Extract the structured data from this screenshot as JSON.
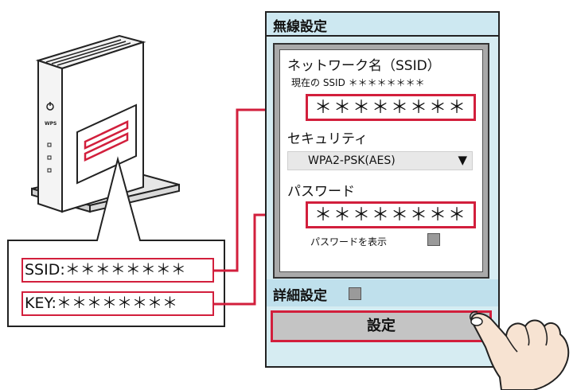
{
  "callout": {
    "ssid": "SSID:＊＊＊＊＊＊＊＊",
    "key": "KEY:＊＊＊＊＊＊＊＊"
  },
  "router": {
    "wps_label": "WPS"
  },
  "settings": {
    "title": "無線設定",
    "network_label": "ネットワーク名（SSID）",
    "current_ssid_label": "現在の SSID ＊＊＊＊＊＊＊＊",
    "ssid_value": "＊＊＊＊＊＊＊＊",
    "security_label": "セキュリティ",
    "security_value": "WPA2-PSK(AES)",
    "select_arrow": "▼",
    "password_label": "パスワード",
    "password_value": "＊＊＊＊＊＊＊＊",
    "show_password_label": "パスワードを表示",
    "advanced_label": "詳細設定",
    "set_button": "設定"
  },
  "colors": {
    "highlight": "#d21f3c",
    "panel": "#cde8f1",
    "button": "#c4c4c4",
    "hand": "#f7e3d2"
  },
  "icons": [
    "router-illustration",
    "power-icon",
    "tapping-hand-icon",
    "checkbox-icon"
  ]
}
